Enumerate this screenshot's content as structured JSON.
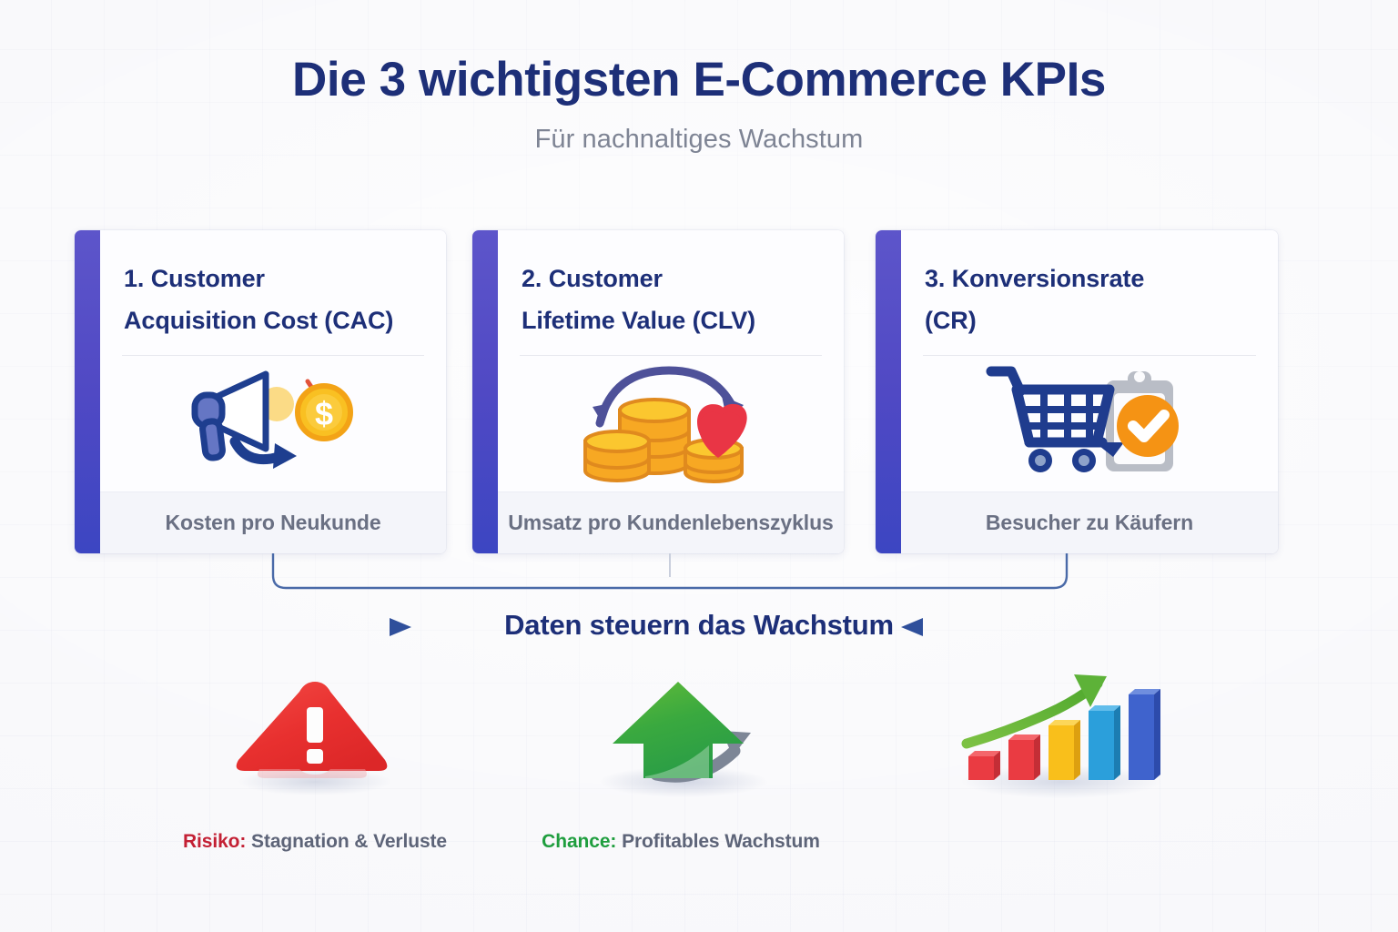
{
  "header": {
    "title": "Die 3 wichtigsten E-Commerce KPIs",
    "subtitle": "Für nachnaltiges Wachstum"
  },
  "colors": {
    "background": "#f7f7fa",
    "navy": "#1d2f78",
    "accent_purple": "#5049c4",
    "muted_text": "#6a7083",
    "subtitle_text": "#7e8494",
    "risk_red": "#c32034",
    "chance_green": "#1f9e3e",
    "gold": "#f5b519",
    "orange": "#f59314",
    "connector_line": "#3b5ba0"
  },
  "cards": [
    {
      "number": "1.",
      "title_line1": "Customer",
      "title_line2": "Acquisition Cost (CAC)",
      "footer": "Kosten pro Neukunde",
      "icon": "megaphone-coin-icon"
    },
    {
      "number": "2.",
      "title_line1": "Customer",
      "title_line2": "Lifetime Value (CLV)",
      "footer": "Umsatz pro Kundenlebenszyklus",
      "icon": "coins-heart-icon"
    },
    {
      "number": "3.",
      "title_line1": "Konversionsrate",
      "title_line2": "(CR)",
      "footer": "Besucher zu Käufern",
      "icon": "cart-checklist-icon"
    }
  ],
  "center_band": {
    "label": "Daten steuern das Wachstum"
  },
  "outcomes": [
    {
      "icon": "warning-triangle-icon",
      "tag": "Risiko:",
      "tag_color": "#c32034",
      "text": " Stagnation & Verluste"
    },
    {
      "icon": "green-up-arrow-icon",
      "tag": "Chance:",
      "tag_color": "#1f9e3e",
      "text": " Profitables Wachstum"
    },
    {
      "icon": "growth-bar-chart-icon",
      "tag": "",
      "tag_color": "",
      "text": ""
    }
  ]
}
